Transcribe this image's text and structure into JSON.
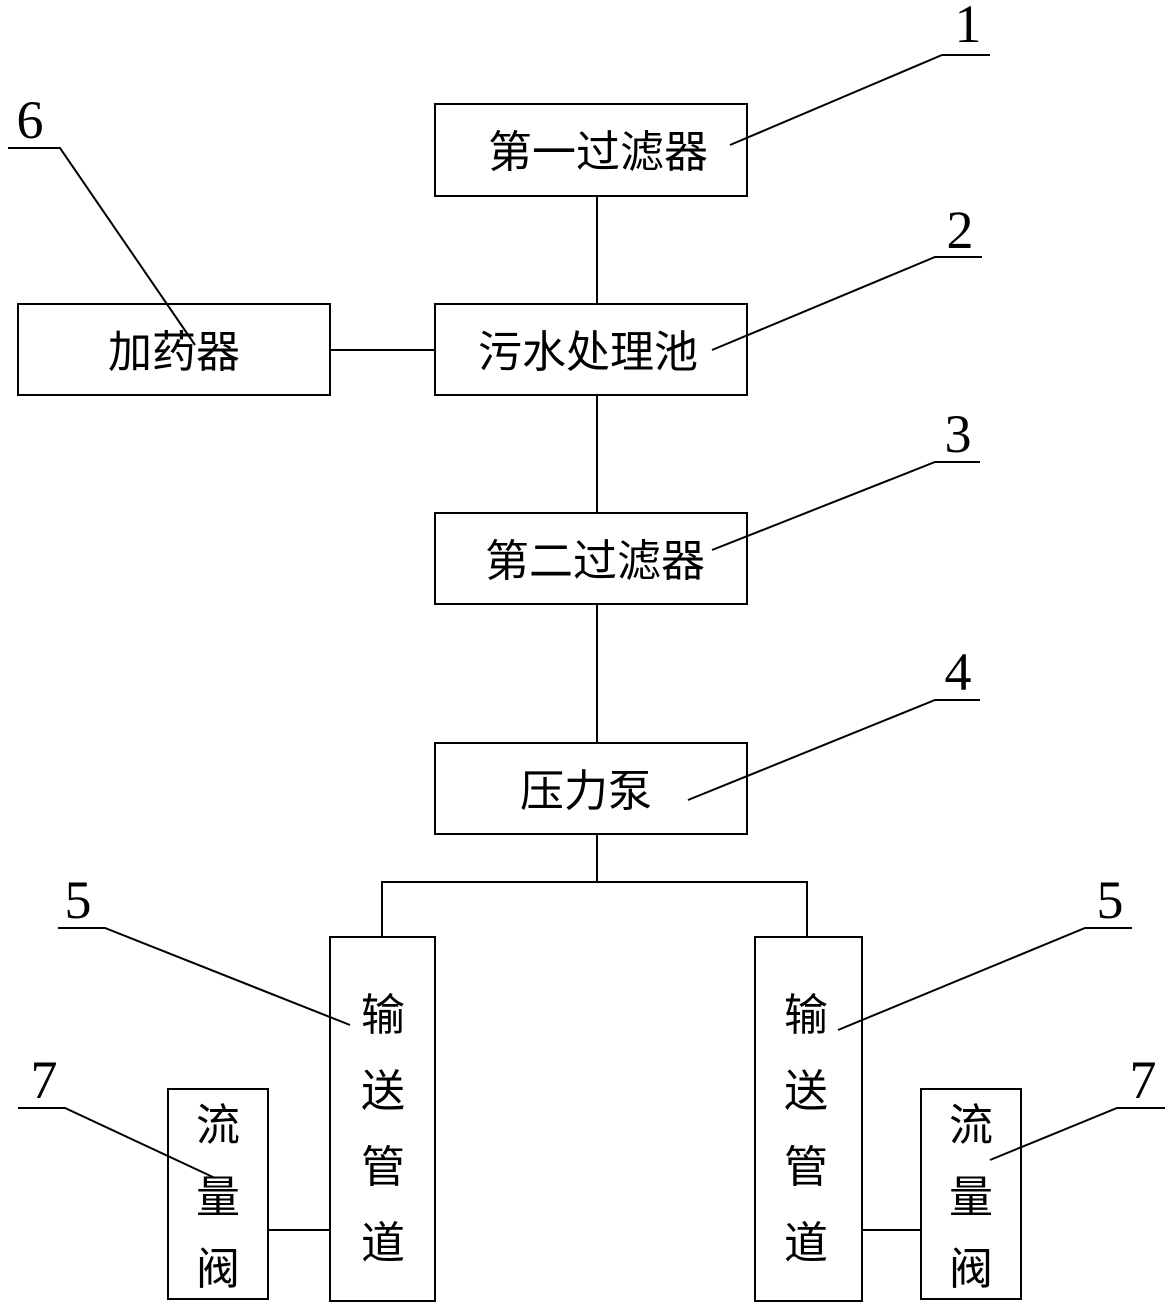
{
  "nodes": {
    "filter1": "第一过滤器",
    "tank": "污水处理池",
    "filter2": "第二过滤器",
    "pump": "压力泵",
    "doser": "加药器",
    "pipe_left": [
      "输",
      "送",
      "管",
      "道"
    ],
    "pipe_right": [
      "输",
      "送",
      "管",
      "道"
    ],
    "valve_left": [
      "流",
      "量",
      "阀"
    ],
    "valve_right": [
      "流",
      "量",
      "阀"
    ]
  },
  "callouts": {
    "n1": "1",
    "n2": "2",
    "n3": "3",
    "n4": "4",
    "n5_left": "5",
    "n5_right": "5",
    "n6": "6",
    "n7_left": "7",
    "n7_right": "7"
  }
}
